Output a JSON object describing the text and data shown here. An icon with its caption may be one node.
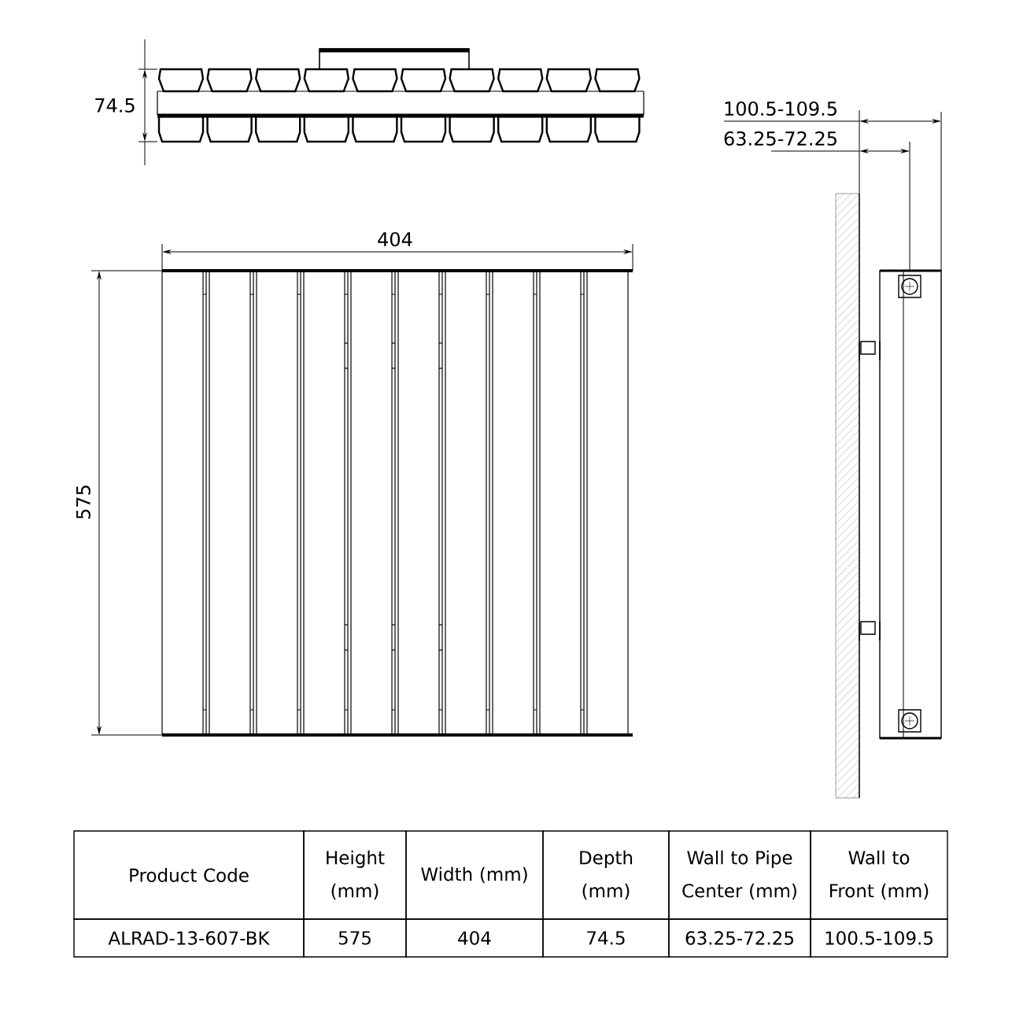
{
  "diagram": {
    "labels": [
      "74.5",
      "404",
      "575",
      "100.5-109.5",
      "63.25-72.25",
      "Product Code",
      "Height (mm)",
      "Width (mm)",
      "Depth (mm)",
      "Wall to Pipe Center (mm)",
      "Wall to Front (mm)",
      "ALRAD-13-607-BK",
      "575",
      "404",
      "74.5",
      "63.25-72.25",
      "100.5-109.5"
    ]
  }
}
